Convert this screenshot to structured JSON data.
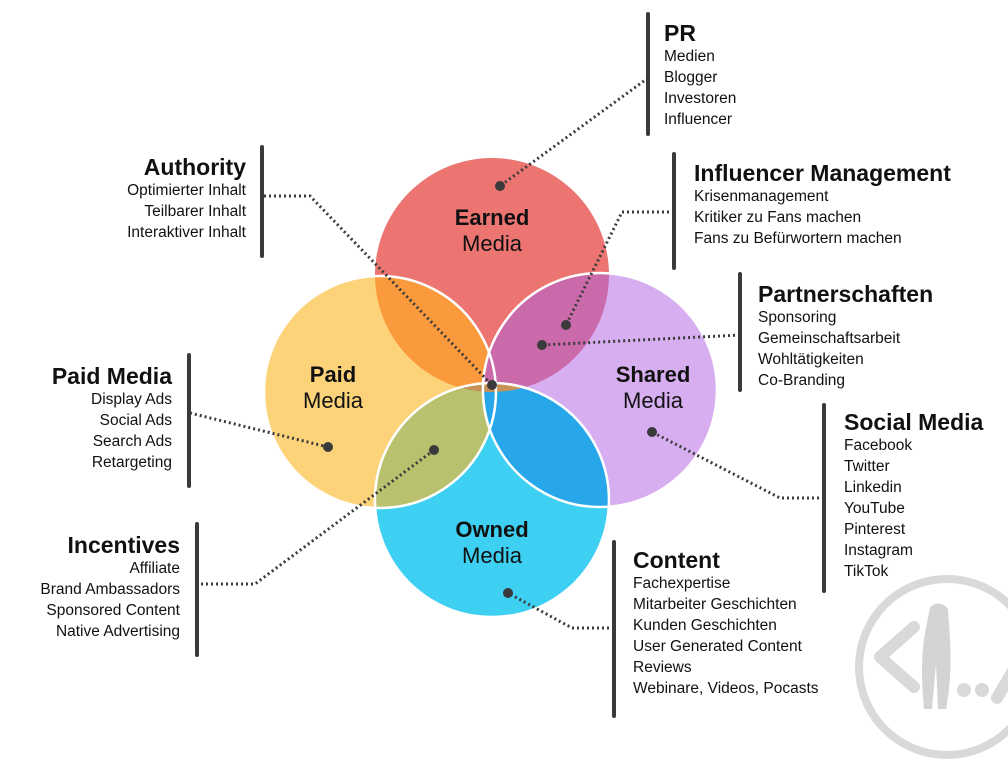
{
  "circles": [
    {
      "id": "earned",
      "line1": "Earned",
      "line2": "Media",
      "color": "#ec7471"
    },
    {
      "id": "paid",
      "line1": "Paid",
      "line2": "Media",
      "color": "#fdd37a"
    },
    {
      "id": "shared",
      "line1": "Shared",
      "line2": "Media",
      "color": "#d7aef0"
    },
    {
      "id": "owned",
      "line1": "Owned",
      "line2": "Media",
      "color": "#3dd0f2"
    }
  ],
  "overlap_colors": {
    "earned_paid": "#fb9a3d",
    "earned_shared": "#cb6aab",
    "paid_owned": "#b9c16f",
    "shared_owned": "#27a7ea",
    "center": "#c6925a"
  },
  "blocks": {
    "pr": {
      "title": "PR",
      "items": [
        "Medien",
        "Blogger",
        "Investoren",
        "Influencer"
      ]
    },
    "authority": {
      "title": "Authority",
      "items": [
        "Optimierter Inhalt",
        "Teilbarer Inhalt",
        "Interaktiver Inhalt"
      ]
    },
    "influencer": {
      "title": "Influencer Management",
      "items": [
        "Krisenmanagement",
        "Kritiker zu Fans machen",
        "Fans zu Befürwortern machen"
      ]
    },
    "partner": {
      "title": "Partnerschaften",
      "items": [
        "Sponsoring",
        "Gemeinschaftsarbeit",
        "Wohltätigkeiten",
        "Co-Branding"
      ]
    },
    "paid": {
      "title": "Paid Media",
      "items": [
        "Display Ads",
        "Social Ads",
        "Search Ads",
        "Retargeting"
      ]
    },
    "social": {
      "title": "Social Media",
      "items": [
        "Facebook",
        "Twitter",
        "Linkedin",
        "YouTube",
        "Pinterest",
        "Instagram",
        "TikTok"
      ]
    },
    "incentives": {
      "title": "Incentives",
      "items": [
        "Affiliate",
        "Brand Ambassadors",
        "Sponsored Content",
        "Native Advertising"
      ]
    },
    "content": {
      "title": "Content",
      "items": [
        "Fachexpertise",
        "Mitarbeiter Geschichten",
        "Kunden Geschichten",
        "User Generated Content",
        "Reviews",
        "Webinare, Videos, Pocasts"
      ]
    }
  },
  "connector_color": "#3a3a3a",
  "watermark_icon": "code-person-logo-icon"
}
